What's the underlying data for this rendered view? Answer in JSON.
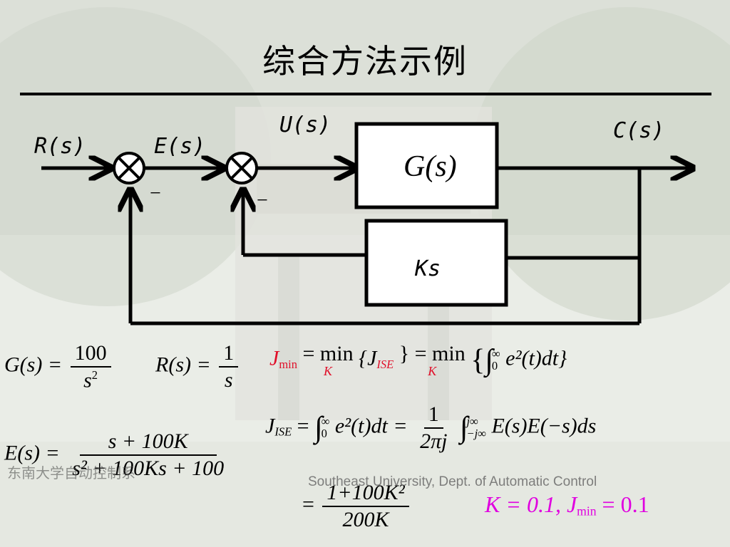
{
  "title": "综合方法示例",
  "diagram": {
    "input_label": "R(s)",
    "error_label": "E(s)",
    "control_label": "U(s)",
    "output_label": "C(s)",
    "plant_label": "G(s)",
    "feedback_block_label": "Ks",
    "minus_sign": "−"
  },
  "equations": {
    "G_lhs": "G(s) =",
    "G_num": "100",
    "G_den": "s",
    "G_den_exp": "2",
    "R_lhs": "R(s) =",
    "R_num": "1",
    "R_den": "s",
    "E_lhs": "E(s) =",
    "E_num": "s + 100K",
    "E_den": "s² + 100Ks + 100",
    "Jmin_lhs": "J",
    "Jmin_sub": "min",
    "Jmin_eq1": "= min",
    "Jmin_k": "K",
    "Jmin_mid": "{J",
    "Jmin_ise": "ISE",
    "Jmin_close": "} = min",
    "Jmin_k2": "K",
    "Jmin_int": "{∫",
    "Jmin_upper": "∞",
    "Jmin_lower": "0",
    "Jmin_integrand": "e²(t)dt}",
    "Jise_lhs": "J",
    "Jise_sub": "ISE",
    "Jise_eq": "=",
    "Jise_upper": "∞",
    "Jise_lower": "0",
    "Jise_integrand": "e²(t)dt =",
    "Jise_frac_num": "1",
    "Jise_frac_den": "2πj",
    "Jise_upper2": "j∞",
    "Jise_lower2": "−j∞",
    "Jise_integrand2": "E(s)E(−s)ds",
    "result_eq": "=",
    "result_num": "1+100K²",
    "result_den": "200K",
    "final_result": "K = 0.1, J",
    "final_sub": "min",
    "final_val": "= 0.1"
  },
  "footer": {
    "institution_cn": "东南大学自动控制系",
    "institution_en": "Southeast University, Dept. of Automatic Control"
  },
  "colors": {
    "accent_red": "#e0102a",
    "accent_magenta": "#e000e0"
  }
}
